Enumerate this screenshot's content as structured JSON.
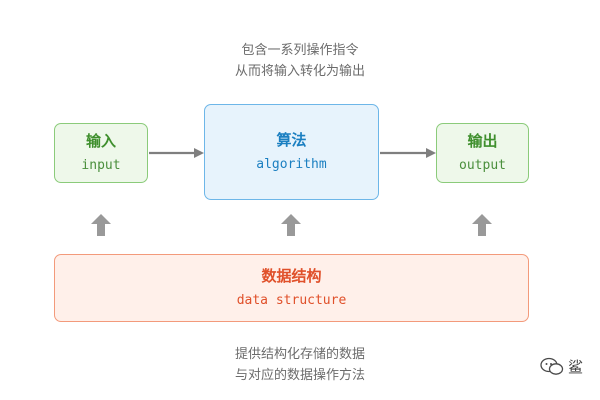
{
  "top_caption": [
    "包含一系列操作指令",
    "从而将输入转化为输出"
  ],
  "input_box": {
    "title": "输入",
    "code": "input"
  },
  "algorithm_box": {
    "title": "算法",
    "code": "algorithm"
  },
  "output_box": {
    "title": "输出",
    "code": "output"
  },
  "data_structure_box": {
    "title": "数据结构",
    "code": "data structure"
  },
  "bottom_caption": [
    "提供结构化存储的数据",
    "与对应的数据操作方法"
  ],
  "watermark": {
    "text": "鲨"
  },
  "colors": {
    "green_fill": "#eef8ea",
    "green_border": "#8bcb7a",
    "green_text": "#3f8f2d",
    "blue_fill": "#e7f3fc",
    "blue_border": "#6db6e8",
    "blue_text": "#1b7fc1",
    "orange_fill": "#fff0ea",
    "orange_border": "#f39a7b",
    "orange_text": "#e0502a",
    "arrow": "#7f7f7f"
  }
}
